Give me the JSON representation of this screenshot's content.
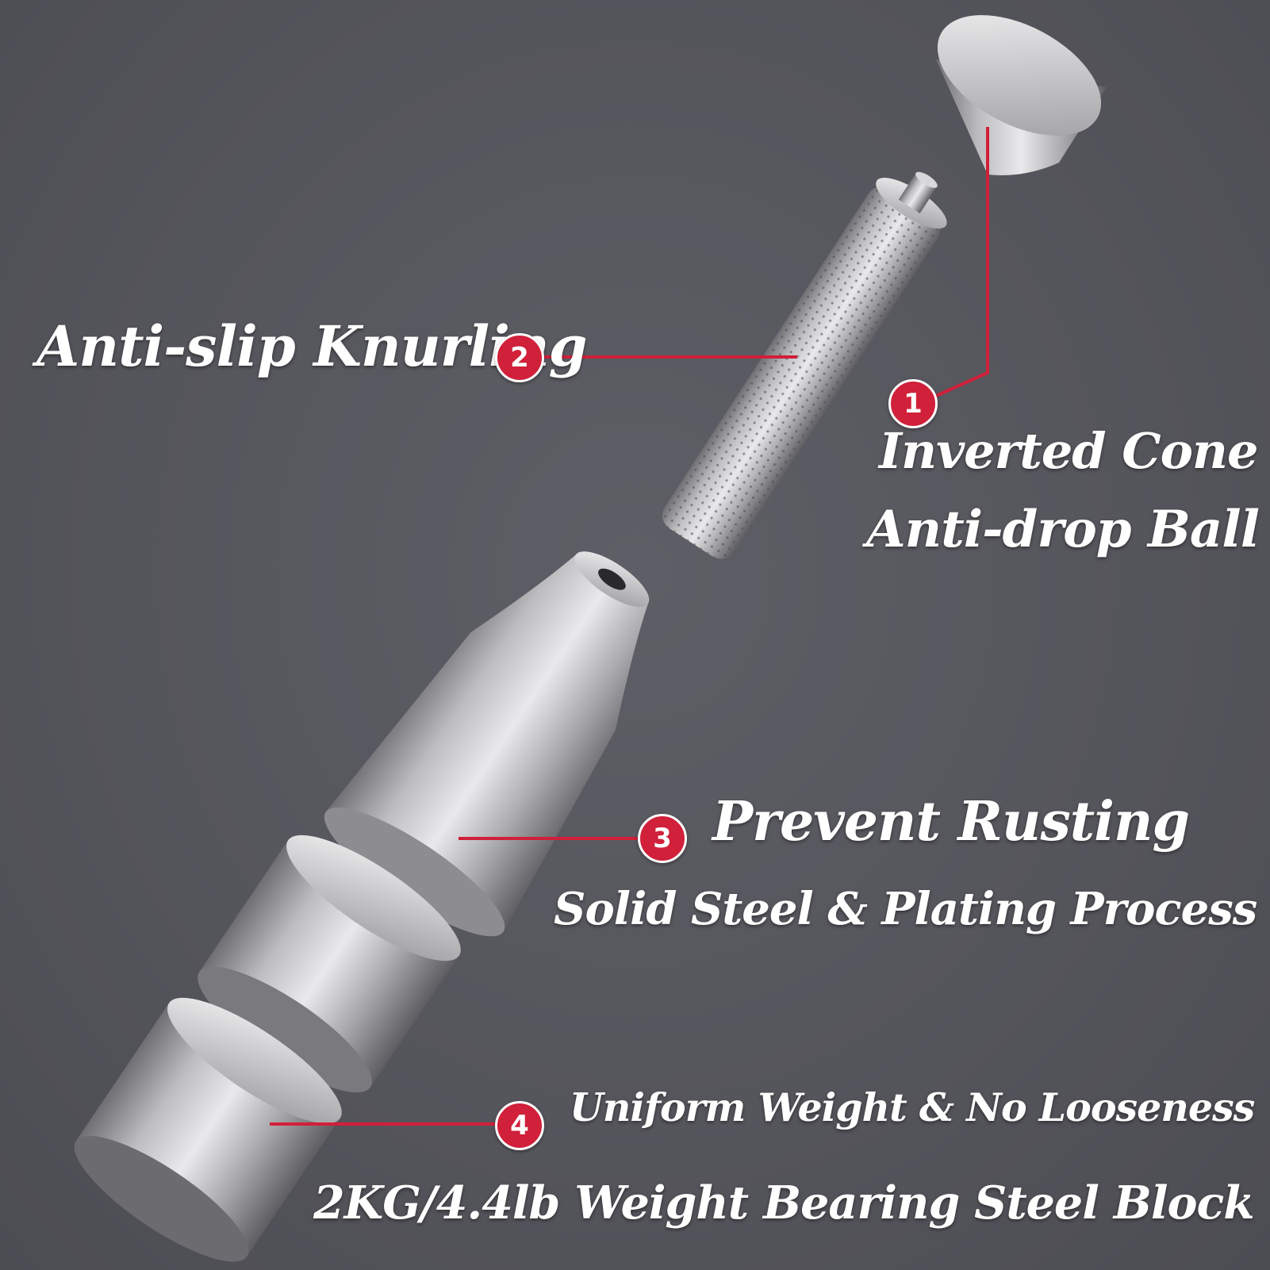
{
  "accent_color": "#d0203a",
  "callouts": [
    {
      "number": "1",
      "lines": [
        "Inverted Cone",
        "Anti-drop Ball"
      ]
    },
    {
      "number": "2",
      "lines": [
        "Anti-slip Knurling"
      ]
    },
    {
      "number": "3",
      "lines": [
        "Prevent Rusting",
        "Solid Steel & Plating Process"
      ]
    },
    {
      "number": "4",
      "lines": [
        "Uniform Weight & No Looseness",
        "2KG/4.4lb Weight Bearing Steel Block"
      ]
    }
  ]
}
